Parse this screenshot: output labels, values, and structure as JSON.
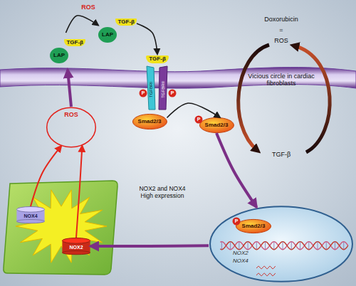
{
  "diagram": {
    "nodes": [
      {
        "text": [
          "TGF-β",
          "LAP"
        ]
      },
      {
        "text": [
          "TGF-β",
          "LAP"
        ]
      },
      {
        "text": [
          "TGF-β"
        ]
      },
      {
        "text": [
          "Smad2/3"
        ]
      },
      {
        "text": [
          "Smad2/3"
        ]
      },
      {
        "text": [
          "ROS"
        ]
      },
      {
        "text": [
          "NOX4"
        ]
      },
      {
        "text": [
          "NOX2"
        ]
      },
      {
        "text": [
          "NOX2",
          "NOX4"
        ]
      },
      {
        "text": [
          "Smad2/3"
        ],
        "in": 8
      }
    ],
    "edges": [
      {
        "from": 0,
        "to": 1,
        "arrow": "to",
        "label": "ROS"
      },
      {
        "from": 1,
        "to": 2,
        "arrow": "to"
      },
      {
        "from": 3,
        "to": 4,
        "arrow": "to"
      },
      {
        "from": 4,
        "to": 8,
        "arrow": "to"
      },
      {
        "from": 8,
        "to": 7,
        "arrow": "to",
        "label": "NOX2 and NOX4 High expression"
      },
      {
        "from": 6,
        "to": 5,
        "arrow": "to"
      },
      {
        "from": 7,
        "to": 5,
        "arrow": "to"
      },
      {
        "from": 5,
        "to": 0,
        "arrow": "to"
      }
    ],
    "labels": [
      "P",
      "P",
      "TGFBRI",
      "TGFBRII",
      "P",
      "P",
      "Doxorubicin",
      "=",
      "ROS",
      "Vicious circle in cardiac fibroblasts",
      "TGF-β"
    ]
  }
}
